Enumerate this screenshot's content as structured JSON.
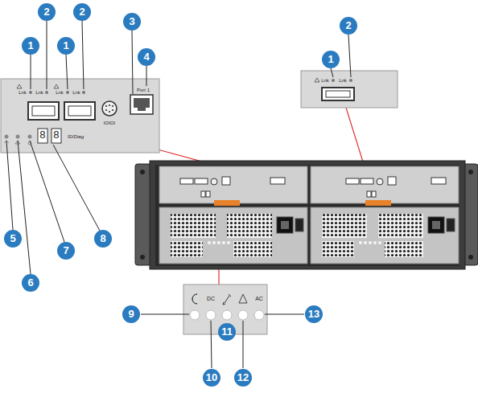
{
  "diagram": {
    "labels": [
      "1",
      "2",
      "1",
      "2",
      "3",
      "4",
      "5",
      "6",
      "7",
      "8",
      "Lnk",
      "Lnk",
      "Lnk",
      "Lnk",
      "IOIOI",
      "Port 1",
      "8",
      "8",
      "ID/Diag",
      "1",
      "2",
      "Lnk",
      "Lnk",
      "DC",
      "AC",
      "9",
      "10",
      "11",
      "12",
      "13"
    ]
  }
}
